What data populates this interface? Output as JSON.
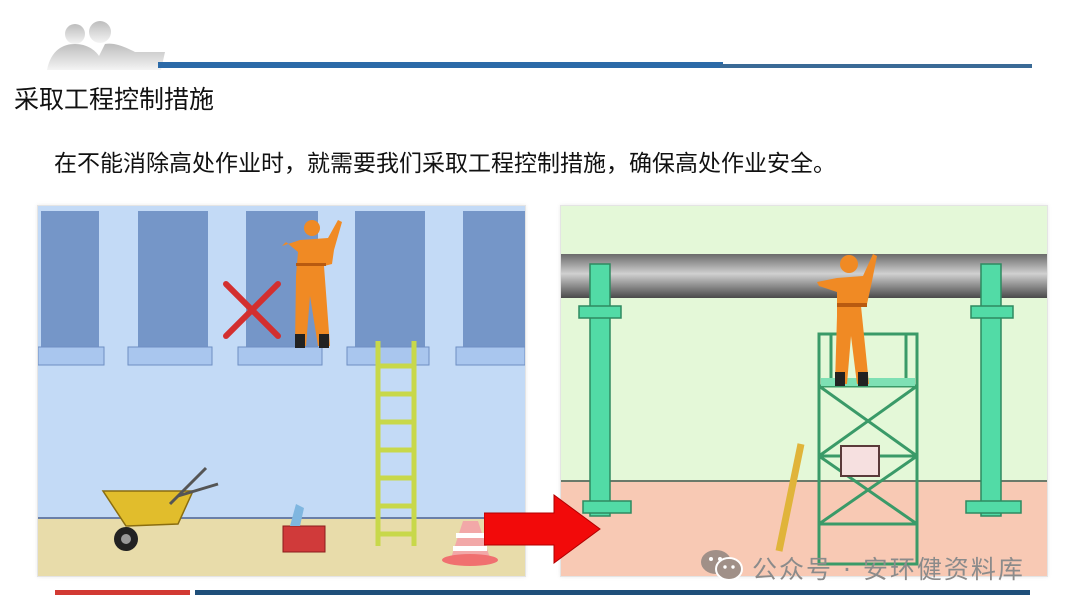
{
  "slide": {
    "title": "采取工程控制措施",
    "subtitle": "在不能消除高处作业时，就需要我们采取工程控制措施，确保高处作业安全。",
    "watermark": "公众号 · 安环健资料库",
    "icons": {
      "logo": "people-silhouette-logo",
      "watermark": "wechat-icon",
      "transition": "right-arrow"
    },
    "colors": {
      "accent_blue": "#2b6aa8",
      "accent_red": "#d23a33",
      "left_bg": "#c3daf6",
      "right_bg": "#e4f8d8",
      "worker_orange": "#f08a24",
      "scaffold_green": "#4fd4a0"
    },
    "illustrations": {
      "left": {
        "caption": "",
        "description": "worker standing on window ledge, red X mark, ladder, wheelbarrow, toolbox, traffic cone"
      },
      "right": {
        "caption": "",
        "description": "worker on mobile scaffold platform working on overhead pipe supported by green columns"
      }
    }
  }
}
